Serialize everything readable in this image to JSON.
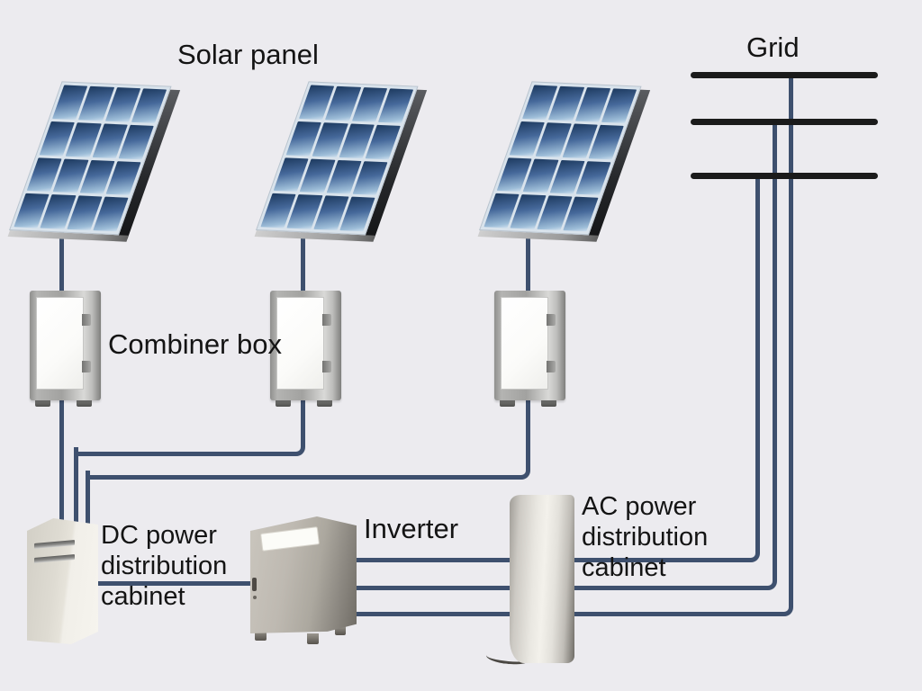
{
  "labels": {
    "solar_panel": "Solar panel",
    "combiner_box": "Combiner box",
    "grid": "Grid",
    "inverter": "Inverter",
    "dc_cabinet": [
      "DC power",
      "distribution",
      "cabinet"
    ],
    "ac_cabinet": [
      "AC power",
      "distribution",
      "cabinet"
    ]
  },
  "components": {
    "solar_panels": {
      "count": 3,
      "cell_rows": 4,
      "cell_cols": 4
    },
    "combiner_boxes": {
      "count": 3
    },
    "grid_bus_bars": {
      "count": 3
    },
    "dc_power_distribution_cabinet": {
      "count": 1
    },
    "inverter": {
      "count": 1
    },
    "ac_power_distribution_cabinet": {
      "count": 1
    }
  },
  "connections": [
    {
      "from": "solar-panel-1",
      "to": "combiner-box-1"
    },
    {
      "from": "solar-panel-2",
      "to": "combiner-box-2"
    },
    {
      "from": "solar-panel-3",
      "to": "combiner-box-3"
    },
    {
      "from": "combiner-box-1",
      "to": "dc-power-distribution-cabinet"
    },
    {
      "from": "combiner-box-2",
      "to": "dc-power-distribution-cabinet"
    },
    {
      "from": "combiner-box-3",
      "to": "dc-power-distribution-cabinet"
    },
    {
      "from": "dc-power-distribution-cabinet",
      "to": "inverter"
    },
    {
      "from": "inverter",
      "to": "ac-power-distribution-cabinet",
      "lines": 3
    },
    {
      "from": "ac-power-distribution-cabinet",
      "to": "grid",
      "lines": 3
    }
  ],
  "colors": {
    "background": "#ecebef",
    "wire": "#3e506e",
    "grid_bar": "#1b1b1b",
    "label_text": "#141414",
    "panel_cell_dark": "#1d3a5f",
    "panel_cell_light": "#9dbdd8",
    "cabinet_cream": "#d2cfc6",
    "metal_gray": "#8b8780"
  }
}
